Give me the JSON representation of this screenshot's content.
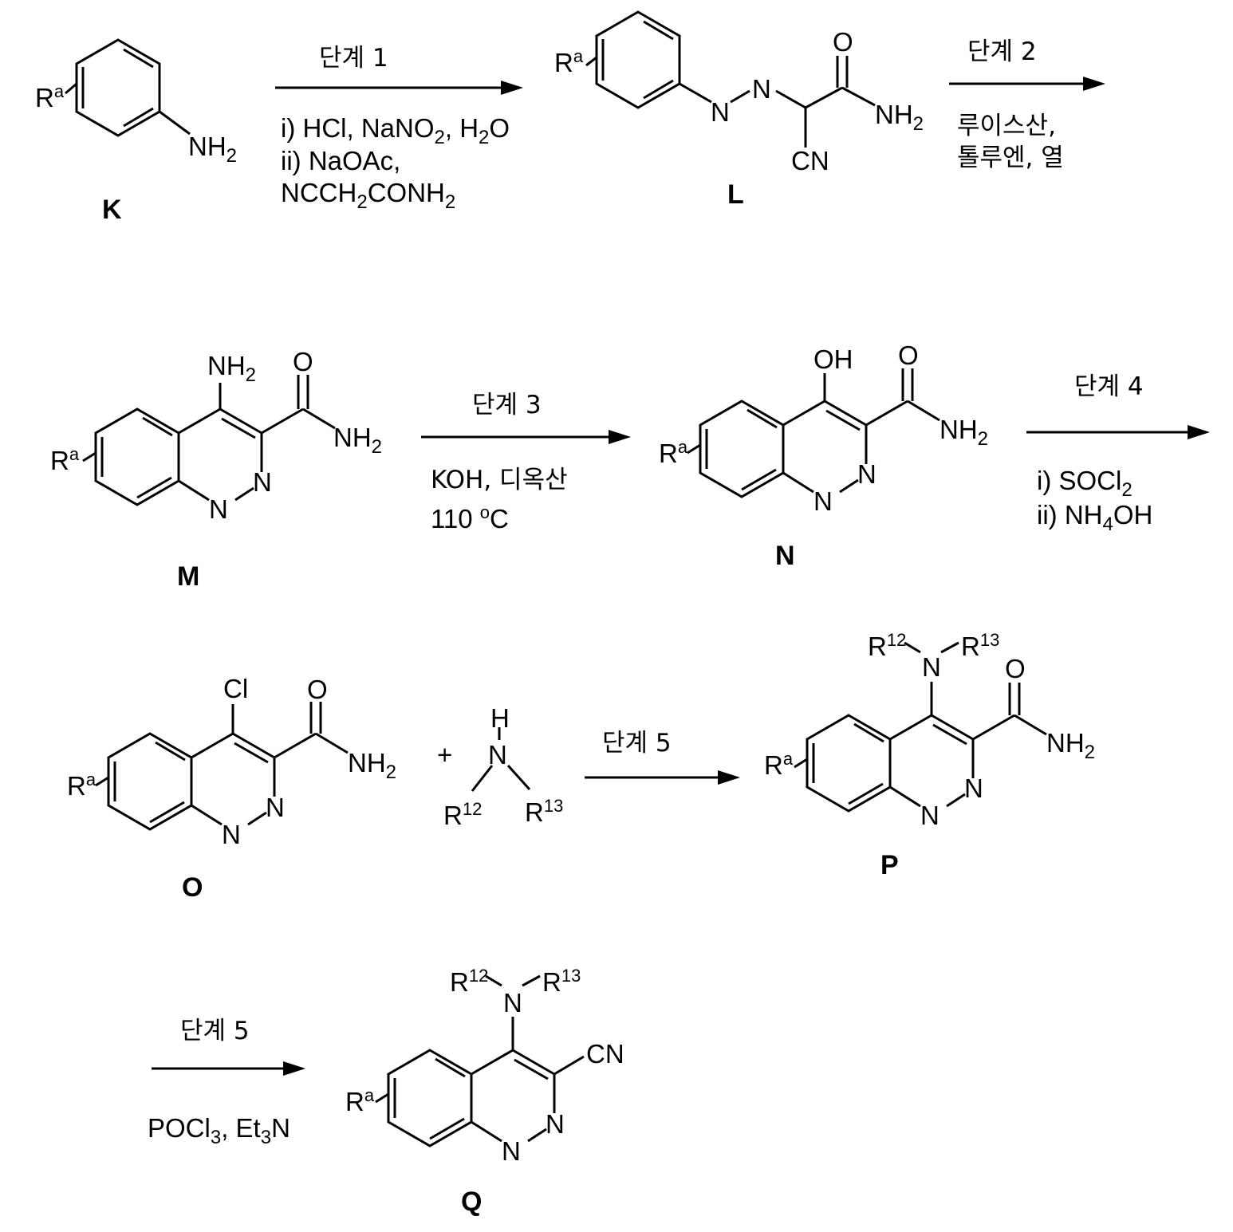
{
  "compounds": {
    "K": "K",
    "L": "L",
    "M": "M",
    "N": "N",
    "O": "O",
    "P": "P",
    "Q": "Q"
  },
  "groups": {
    "R": "R",
    "a": "a",
    "r12": "12",
    "r13": "13",
    "nh2_N": "NH",
    "nh2_sub": "2",
    "N": "N",
    "H": "H",
    "O": "O",
    "OH": "OH",
    "Cl": "Cl",
    "CN": "CN",
    "plus": "+"
  },
  "steps": {
    "s1": {
      "label": "단계 1",
      "c1a": "i) HCl, NaNO",
      "c1b": "2",
      "c1c": ", H",
      "c1d": "2",
      "c1e": "O",
      "c2": "ii) NaOAc,",
      "c3a": "NCCH",
      "c3b": "2",
      "c3c": "CONH",
      "c3d": "2"
    },
    "s2": {
      "label": "단계 2",
      "c1": "루이스산,",
      "c2": "톨루엔, 열"
    },
    "s3": {
      "label": "단계 3",
      "c1": "KOH, 디옥산",
      "c2a": "110 ",
      "c2b": "o",
      "c2c": "C"
    },
    "s4": {
      "label": "단계 4",
      "c1a": "i) SOCl",
      "c1b": "2",
      "c2a": "ii) NH",
      "c2b": "4",
      "c2c": "OH"
    },
    "s5": {
      "label": "단계 5"
    },
    "s6": {
      "label": "단계 5",
      "c1a": "POCl",
      "c1b": "3",
      "c1c": ", Et",
      "c1d": "3",
      "c1e": "N"
    }
  }
}
